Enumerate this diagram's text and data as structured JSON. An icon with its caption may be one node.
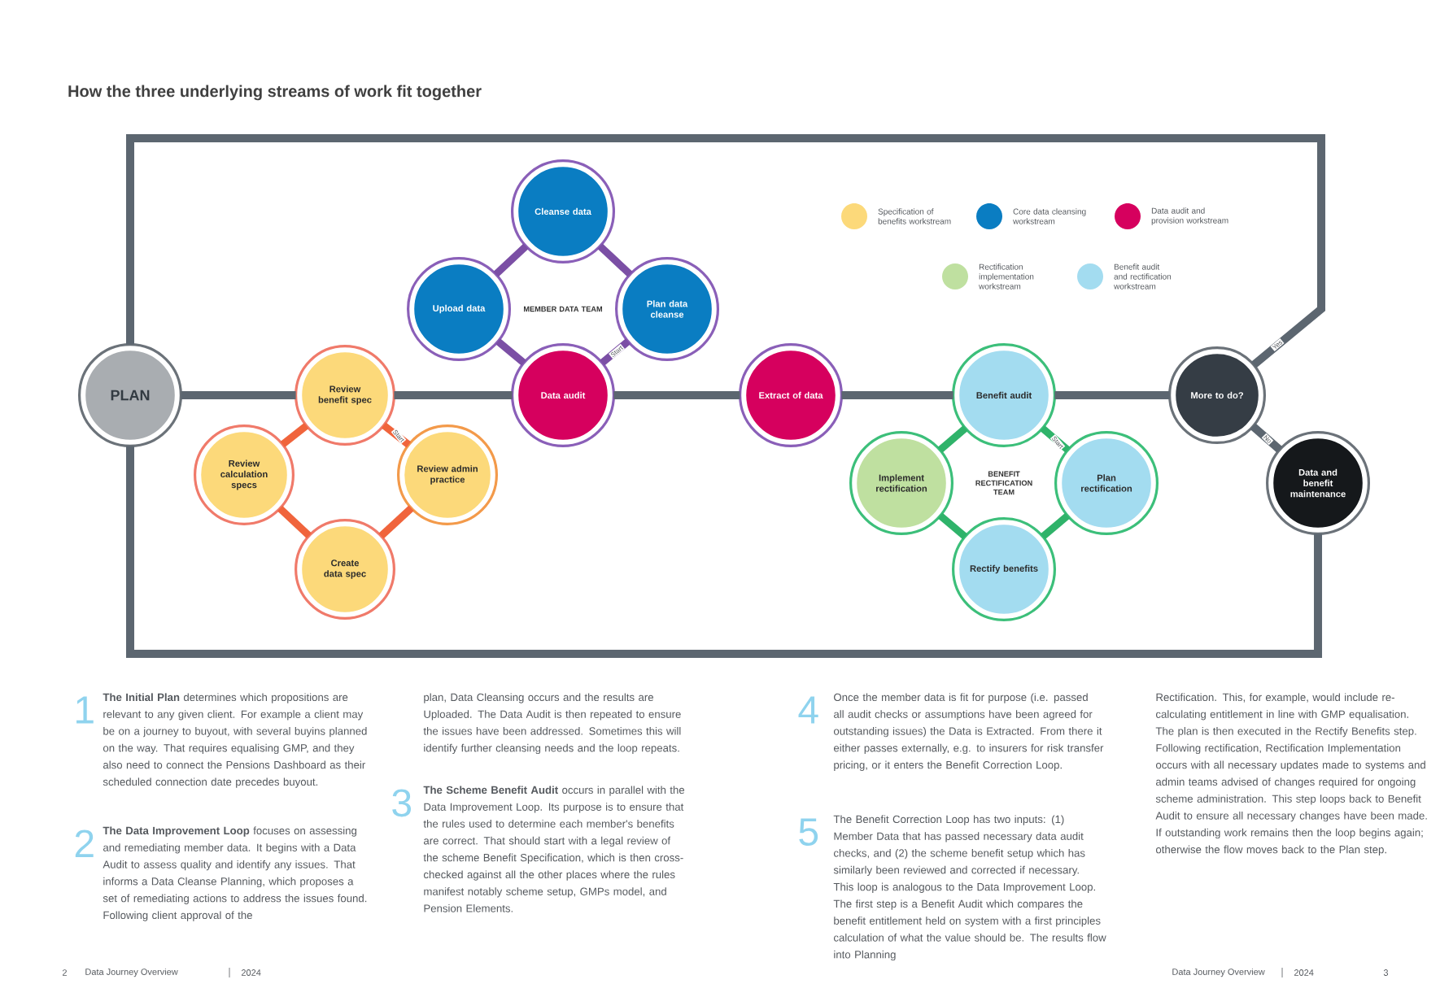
{
  "diagram": {
    "title": "How the three underlying streams of work fit together",
    "nodes": [
      {
        "text": [
          "PLAN"
        ]
      },
      {
        "text": [
          "Review benefit spec"
        ]
      },
      {
        "text": [
          "Review calculation specs"
        ]
      },
      {
        "text": [
          "Review admin practice"
        ]
      },
      {
        "text": [
          "Create data spec"
        ]
      },
      {
        "text": [
          "Cleanse data"
        ]
      },
      {
        "text": [
          "Upload data"
        ]
      },
      {
        "text": [
          "Plan data cleanse"
        ]
      },
      {
        "text": [
          "Data audit"
        ]
      },
      {
        "text": [
          "Extract of data"
        ]
      },
      {
        "text": [
          "Benefit audit"
        ]
      },
      {
        "text": [
          "Implement rectification"
        ]
      },
      {
        "text": [
          "Plan rectification"
        ]
      },
      {
        "text": [
          "Rectify benefits"
        ]
      },
      {
        "text": [
          "More to do?"
        ]
      },
      {
        "text": [
          "Data and benefit maintenance"
        ]
      }
    ],
    "edges": [
      {
        "from": 0,
        "to": 1,
        "arrow": "none"
      },
      {
        "from": 1,
        "to": 8,
        "arrow": "none"
      },
      {
        "from": 8,
        "to": 9,
        "arrow": "none"
      },
      {
        "from": 9,
        "to": 10,
        "arrow": "none"
      },
      {
        "from": 10,
        "to": 14,
        "arrow": "none"
      },
      {
        "from": 14,
        "to": 15,
        "arrow": "none",
        "label": "No"
      },
      {
        "from": 14,
        "to": 0,
        "arrow": "none",
        "label": "Yes"
      },
      {
        "from": 15,
        "to": 0,
        "arrow": "none"
      },
      {
        "from": 1,
        "to": 3,
        "arrow": "none",
        "label": "Start",
        "color": "#f0643c"
      },
      {
        "from": 3,
        "to": 4,
        "arrow": "none",
        "color": "#f0643c"
      },
      {
        "from": 4,
        "to": 2,
        "arrow": "none",
        "color": "#f0643c"
      },
      {
        "from": 2,
        "to": 1,
        "arrow": "none",
        "color": "#f0643c"
      },
      {
        "from": 8,
        "to": 7,
        "arrow": "none",
        "label": "Start",
        "color": "#7b4fa5"
      },
      {
        "from": 7,
        "to": 5,
        "arrow": "none",
        "color": "#7b4fa5"
      },
      {
        "from": 5,
        "to": 6,
        "arrow": "none",
        "color": "#7b4fa5"
      },
      {
        "from": 6,
        "to": 8,
        "arrow": "none",
        "color": "#7b4fa5"
      },
      {
        "from": 10,
        "to": 12,
        "arrow": "none",
        "label": "Start",
        "color": "#2fb36a"
      },
      {
        "from": 12,
        "to": 13,
        "arrow": "none",
        "color": "#2fb36a"
      },
      {
        "from": 13,
        "to": 11,
        "arrow": "none",
        "color": "#2fb36a"
      },
      {
        "from": 11,
        "to": 10,
        "arrow": "none",
        "color": "#2fb36a"
      }
    ],
    "labels": [
      "MEMBER DATA TEAM",
      "BENEFIT RECTIFICATION TEAM",
      "1",
      "**The Initial Plan** determines which propositions are relevant to any given client. For example a client may be on a journey to buyout, with several buyins planned on the way. That requires equalising GMP, and they also need to connect the Pensions Dashboard as their scheduled connection date precedes buyout.",
      "2",
      "**The Data Improvement Loop** focuses on assessing and remediating member data. It begins with a Data Audit to assess quality and identify any issues. That informs a Data Cleanse Planning, which proposes a set of remediating actions to address the issues found. Following client approval of the",
      "plan, Data Cleansing occurs and the results are Uploaded. The Data Audit is then repeated to ensure the issues have been addressed. Sometimes this will identify further cleansing needs and the loop repeats.",
      "3",
      "**The Scheme Benefit Audit** occurs in parallel with the Data Improvement Loop. Its purpose is to ensure that the rules used to determine each member's benefits are correct. That should start with a legal review of the scheme Benefit Specification, which is then cross-checked against all the other places where the rules manifest notably scheme setup, GMPs model, and Pension Elements.",
      "4",
      "Once the member data is fit for purpose (i.e. passed all audit checks or assumptions have been agreed for outstanding issues) the Data is Extracted. From there it either passes externally, e.g. to insurers for risk transfer pricing, or it enters the Benefit Correction Loop.",
      "5",
      "The Benefit Correction Loop has two inputs: (1) Member Data that has passed necessary data audit checks, and (2) the scheme benefit setup which has similarly been reviewed and corrected if necessary. This loop is analogous to the Data Improvement Loop. The first step is a Benefit Audit which compares the benefit entitlement held on system with a first principles calculation of what the value should be. The results flow into Planning",
      "Rectification. This, for example, would include re-calculating entitlement in line with GMP equalisation. The plan is then executed in the Rectify Benefits step. Following rectification, Rectification Implementation occurs with all necessary updates made to systems and admin teams advised of changes required for ongoing scheme administration. This step loops back to Benefit Audit to ensure all necessary changes have been made. If outstanding work remains then the loop begins again; otherwise the flow moves back to the Plan step.",
      "2",
      "Data Journey Overview",
      "2024",
      "Data Journey Overview",
      "2024",
      "3"
    ],
    "legend": [
      {
        "text": "Specification of benefits workstream",
        "color": "#fcd97a"
      },
      {
        "text": "Core data cleansing workstream",
        "color": "#0a7dc2"
      },
      {
        "text": "Data audit and provision workstream",
        "color": "#d6005e"
      },
      {
        "text": "Rectification implementation workstream",
        "color": "#bfe0a0"
      },
      {
        "text": "Benefit audit and rectification workstream",
        "color": "#a3dcf0"
      }
    ]
  }
}
